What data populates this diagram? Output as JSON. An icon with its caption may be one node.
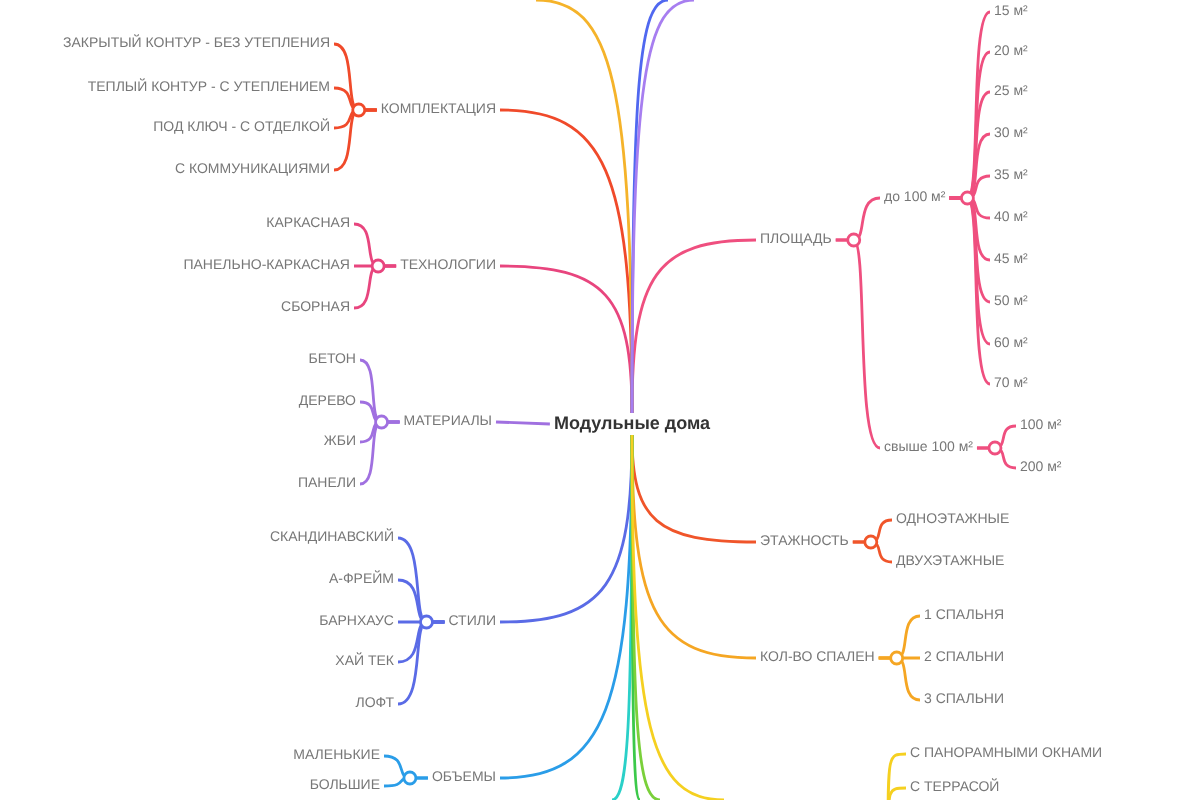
{
  "diagram": {
    "nodes": [
      {
        "text": [
          "Модульные дома"
        ]
      },
      {
        "text": [
          "КОМПЛЕКТАЦИЯ"
        ]
      },
      {
        "text": [
          "ЗАКРЫТЫЙ КОНТУР - БЕЗ УТЕПЛЕНИЯ"
        ]
      },
      {
        "text": [
          "ТЕПЛЫЙ КОНТУР - С УТЕПЛЕНИЕМ"
        ]
      },
      {
        "text": [
          "ПОД КЛЮЧ - С ОТДЕЛКОЙ"
        ]
      },
      {
        "text": [
          "С КОММУНИКАЦИЯМИ"
        ]
      },
      {
        "text": [
          "ТЕХНОЛОГИИ"
        ]
      },
      {
        "text": [
          "КАРКАСНАЯ"
        ]
      },
      {
        "text": [
          "ПАНЕЛЬНО-КАРКАСНАЯ"
        ]
      },
      {
        "text": [
          "СБОРНАЯ"
        ]
      },
      {
        "text": [
          "МАТЕРИАЛЫ"
        ]
      },
      {
        "text": [
          "БЕТОН"
        ]
      },
      {
        "text": [
          "ДЕРЕВО"
        ]
      },
      {
        "text": [
          "ЖБИ"
        ]
      },
      {
        "text": [
          "ПАНЕЛИ"
        ]
      },
      {
        "text": [
          "СТИЛИ"
        ]
      },
      {
        "text": [
          "СКАНДИНАВСКИЙ"
        ]
      },
      {
        "text": [
          "А-ФРЕЙМ"
        ]
      },
      {
        "text": [
          "БАРНХАУС"
        ]
      },
      {
        "text": [
          "ХАЙ ТЕК"
        ]
      },
      {
        "text": [
          "ЛОФТ"
        ]
      },
      {
        "text": [
          "ОБЪЕМЫ"
        ]
      },
      {
        "text": [
          "МАЛЕНЬКИЕ"
        ]
      },
      {
        "text": [
          "БОЛЬШИЕ"
        ]
      },
      {
        "text": [
          "ПЛОЩАДЬ"
        ]
      },
      {
        "text": [
          "до 100 м²"
        ]
      },
      {
        "text": [
          "15 м²"
        ]
      },
      {
        "text": [
          "20 м²"
        ]
      },
      {
        "text": [
          "25 м²"
        ]
      },
      {
        "text": [
          "30 м²"
        ]
      },
      {
        "text": [
          "35 м²"
        ]
      },
      {
        "text": [
          "40 м²"
        ]
      },
      {
        "text": [
          "45 м²"
        ]
      },
      {
        "text": [
          "50 м²"
        ]
      },
      {
        "text": [
          "60 м²"
        ]
      },
      {
        "text": [
          "70 м²"
        ]
      },
      {
        "text": [
          "свыше 100 м²"
        ]
      },
      {
        "text": [
          "100 м²"
        ]
      },
      {
        "text": [
          "200 м²"
        ]
      },
      {
        "text": [
          "ЭТАЖНОСТЬ"
        ]
      },
      {
        "text": [
          "ОДНОЭТАЖНЫЕ"
        ]
      },
      {
        "text": [
          "ДВУХЭТАЖНЫЕ"
        ]
      },
      {
        "text": [
          "КОЛ-ВО СПАЛЕН"
        ]
      },
      {
        "text": [
          "1 СПАЛЬНЯ"
        ]
      },
      {
        "text": [
          "2 СПАЛЬНИ"
        ]
      },
      {
        "text": [
          "3 СПАЛЬНИ"
        ]
      },
      {
        "text": [
          "С ПАНОРАМНЫМИ ОКНАМИ"
        ]
      },
      {
        "text": [
          "С ТЕРРАСОЙ"
        ]
      }
    ],
    "edges": [
      {
        "from": 0,
        "to": 1,
        "arrow": "none",
        "color": "#f04a2a"
      },
      {
        "from": 1,
        "to": 2,
        "arrow": "none",
        "color": "#f04a2a"
      },
      {
        "from": 1,
        "to": 3,
        "arrow": "none",
        "color": "#f04a2a"
      },
      {
        "from": 1,
        "to": 4,
        "arrow": "none",
        "color": "#f04a2a"
      },
      {
        "from": 1,
        "to": 5,
        "arrow": "none",
        "color": "#f04a2a"
      },
      {
        "from": 0,
        "to": 6,
        "arrow": "none",
        "color": "#e8457e"
      },
      {
        "from": 6,
        "to": 7,
        "arrow": "none",
        "color": "#e8457e"
      },
      {
        "from": 6,
        "to": 8,
        "arrow": "none",
        "color": "#e8457e"
      },
      {
        "from": 6,
        "to": 9,
        "arrow": "none",
        "color": "#e8457e"
      },
      {
        "from": 0,
        "to": 10,
        "arrow": "none",
        "color": "#a070e0"
      },
      {
        "from": 10,
        "to": 11,
        "arrow": "none",
        "color": "#a070e0"
      },
      {
        "from": 10,
        "to": 12,
        "arrow": "none",
        "color": "#a070e0"
      },
      {
        "from": 10,
        "to": 13,
        "arrow": "none",
        "color": "#a070e0"
      },
      {
        "from": 10,
        "to": 14,
        "arrow": "none",
        "color": "#a070e0"
      },
      {
        "from": 0,
        "to": 15,
        "arrow": "none",
        "color": "#5a6be6"
      },
      {
        "from": 15,
        "to": 16,
        "arrow": "none",
        "color": "#5a6be6"
      },
      {
        "from": 15,
        "to": 17,
        "arrow": "none",
        "color": "#5a6be6"
      },
      {
        "from": 15,
        "to": 18,
        "arrow": "none",
        "color": "#5a6be6"
      },
      {
        "from": 15,
        "to": 19,
        "arrow": "none",
        "color": "#5a6be6"
      },
      {
        "from": 15,
        "to": 20,
        "arrow": "none",
        "color": "#5a6be6"
      },
      {
        "from": 0,
        "to": 21,
        "arrow": "none",
        "color": "#2a9de8"
      },
      {
        "from": 21,
        "to": 22,
        "arrow": "none",
        "color": "#2a9de8"
      },
      {
        "from": 21,
        "to": 23,
        "arrow": "none",
        "color": "#2a9de8"
      },
      {
        "from": 0,
        "to": 24,
        "arrow": "none",
        "color": "#ef4f7f"
      },
      {
        "from": 24,
        "to": 25,
        "arrow": "none",
        "color": "#ef4f7f"
      },
      {
        "from": 25,
        "to": 26,
        "arrow": "none",
        "color": "#ef4f7f"
      },
      {
        "from": 25,
        "to": 27,
        "arrow": "none",
        "color": "#ef4f7f"
      },
      {
        "from": 25,
        "to": 28,
        "arrow": "none",
        "color": "#ef4f7f"
      },
      {
        "from": 25,
        "to": 29,
        "arrow": "none",
        "color": "#ef4f7f"
      },
      {
        "from": 25,
        "to": 30,
        "arrow": "none",
        "color": "#ef4f7f"
      },
      {
        "from": 25,
        "to": 31,
        "arrow": "none",
        "color": "#ef4f7f"
      },
      {
        "from": 25,
        "to": 32,
        "arrow": "none",
        "color": "#ef4f7f"
      },
      {
        "from": 25,
        "to": 33,
        "arrow": "none",
        "color": "#ef4f7f"
      },
      {
        "from": 25,
        "to": 34,
        "arrow": "none",
        "color": "#ef4f7f"
      },
      {
        "from": 25,
        "to": 35,
        "arrow": "none",
        "color": "#ef4f7f"
      },
      {
        "from": 24,
        "to": 36,
        "arrow": "none",
        "color": "#ef4f7f"
      },
      {
        "from": 36,
        "to": 37,
        "arrow": "none",
        "color": "#ef4f7f"
      },
      {
        "from": 36,
        "to": 38,
        "arrow": "none",
        "color": "#ef4f7f"
      },
      {
        "from": 0,
        "to": 39,
        "arrow": "none",
        "color": "#f0552a"
      },
      {
        "from": 39,
        "to": 40,
        "arrow": "none",
        "color": "#f0552a"
      },
      {
        "from": 39,
        "to": 41,
        "arrow": "none",
        "color": "#f0552a"
      },
      {
        "from": 0,
        "to": 42,
        "arrow": "none",
        "color": "#f5a623"
      },
      {
        "from": 42,
        "to": 43,
        "arrow": "none",
        "color": "#f5a623"
      },
      {
        "from": 42,
        "to": 44,
        "arrow": "none",
        "color": "#f5a623"
      },
      {
        "from": 42,
        "to": 45,
        "arrow": "none",
        "color": "#f5a623"
      },
      {
        "from": null,
        "to": 46,
        "arrow": "none",
        "color": "#f5d020"
      },
      {
        "from": null,
        "to": 47,
        "arrow": "none",
        "color": "#f5d020"
      },
      {
        "from": 0,
        "to": null,
        "arrow": "none",
        "color": "#f5b32a"
      },
      {
        "from": 0,
        "to": null,
        "arrow": "none",
        "color": "#5068f0"
      },
      {
        "from": 0,
        "to": null,
        "arrow": "none",
        "color": "#a77ef0"
      },
      {
        "from": 0,
        "to": null,
        "arrow": "none",
        "color": "#2ad0c8"
      },
      {
        "from": 0,
        "to": null,
        "arrow": "none",
        "color": "#3cc94a"
      },
      {
        "from": 0,
        "to": null,
        "arrow": "none",
        "color": "#7ad03a"
      },
      {
        "from": 0,
        "to": null,
        "arrow": "none",
        "color": "#f5d020"
      }
    ]
  }
}
